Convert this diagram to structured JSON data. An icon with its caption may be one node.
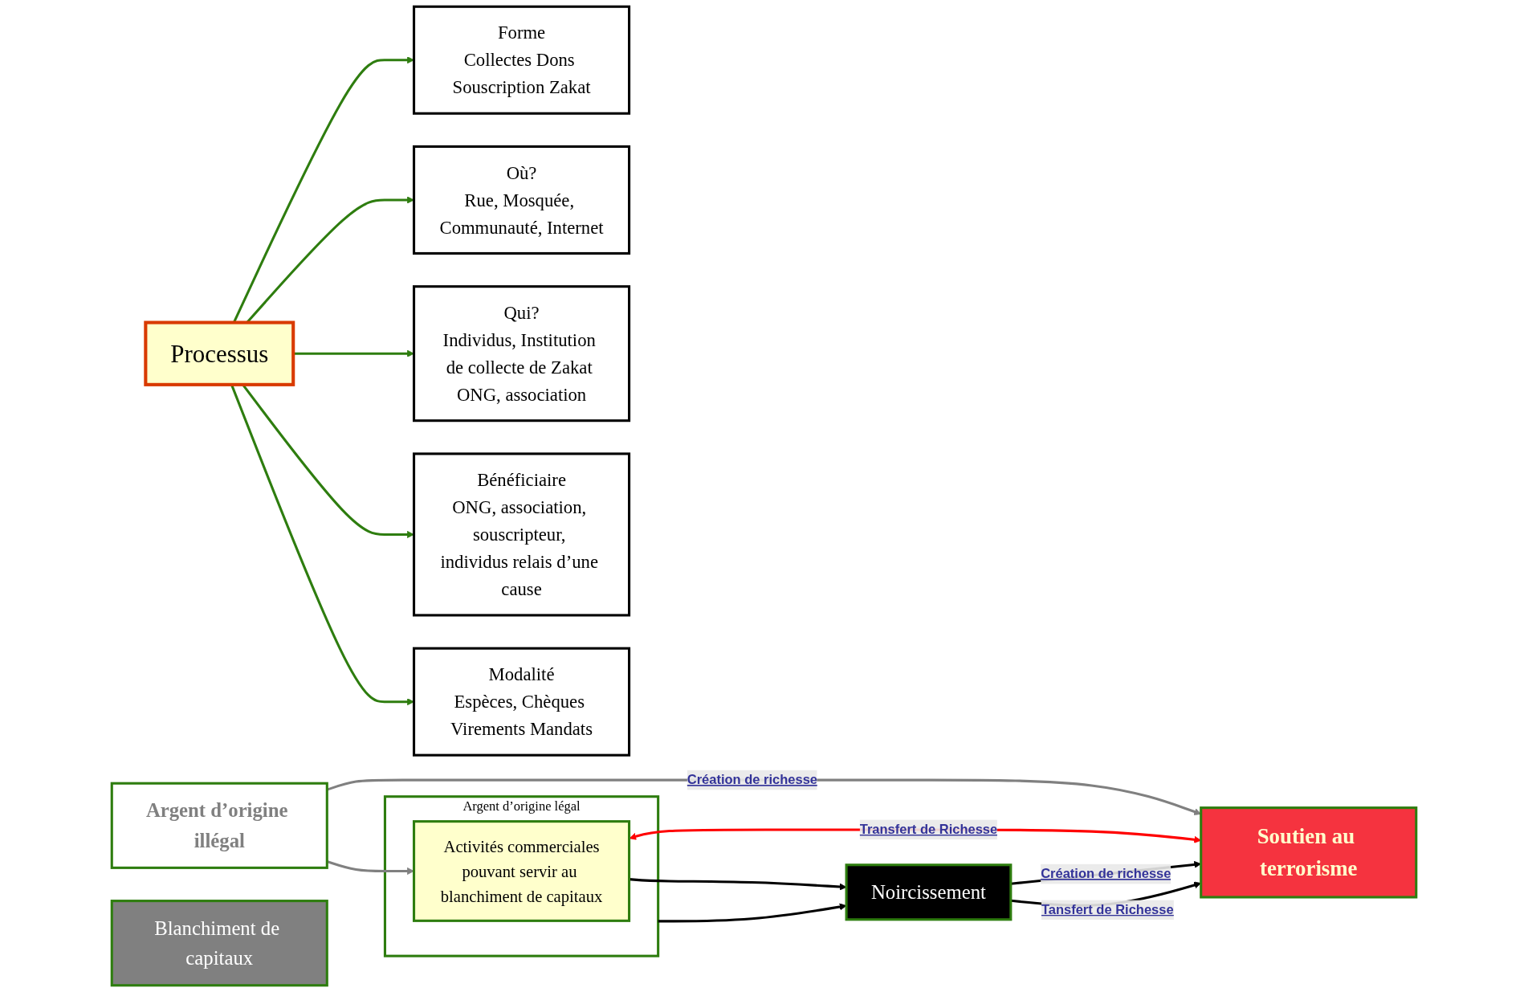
{
  "diagram": {
    "nodes": [
      {
        "text": [
          "Processus"
        ]
      },
      {
        "text": [
          "Forme",
          "Collectes Dons Souscription Zakat"
        ]
      },
      {
        "text": [
          "Où?",
          "Rue, Mosquée, Communauté, Internet"
        ]
      },
      {
        "text": [
          "Qui?",
          "Individus, Institution de collecte de Zakat ONG, association"
        ]
      },
      {
        "text": [
          "Bénéficiaire",
          "ONG, association, souscripteur, individus relais d’une cause"
        ]
      },
      {
        "text": [
          "Modalité",
          "Espèces, Chèques Virements Mandats"
        ]
      },
      {
        "text": [
          "Argent d’origine illégal"
        ]
      },
      {
        "text": [
          "Blanchiment de capitaux"
        ]
      },
      {
        "text": [
          "Soutien au terrorisme"
        ]
      },
      {
        "text": [
          "Argent d’origine légal"
        ]
      },
      {
        "text": [
          "Activités commerciales",
          "pouvant servir au blanchiment de capitaux"
        ],
        "in": 9
      },
      {
        "text": [
          "Noircissement"
        ]
      }
    ],
    "edges": [
      {
        "from": 0,
        "to": 1,
        "arrow": "to"
      },
      {
        "from": 0,
        "to": 2,
        "arrow": "to"
      },
      {
        "from": 0,
        "to": 3,
        "arrow": "to"
      },
      {
        "from": 0,
        "to": 4,
        "arrow": "to"
      },
      {
        "from": 0,
        "to": 5,
        "arrow": "to"
      },
      {
        "from": 6,
        "to": 8,
        "arrow": "to",
        "label": "Création de richesse",
        "color": "#808080"
      },
      {
        "from": 6,
        "to": 10,
        "arrow": "to",
        "color": "#808080"
      },
      {
        "from": 10,
        "to": 8,
        "arrow": "both",
        "label": "Transfert de Richesse",
        "color": "#ff0000"
      },
      {
        "from": 10,
        "to": 11,
        "arrow": "to",
        "color": "#000000"
      },
      {
        "from": 9,
        "to": 11,
        "arrow": "to",
        "color": "#000000"
      },
      {
        "from": 11,
        "to": 8,
        "arrow": "to",
        "label": "Création de richesse",
        "color": "#000000"
      },
      {
        "from": 11,
        "to": 8,
        "arrow": "to",
        "label": "Tansfert de Richesse",
        "color": "#000000"
      }
    ]
  }
}
